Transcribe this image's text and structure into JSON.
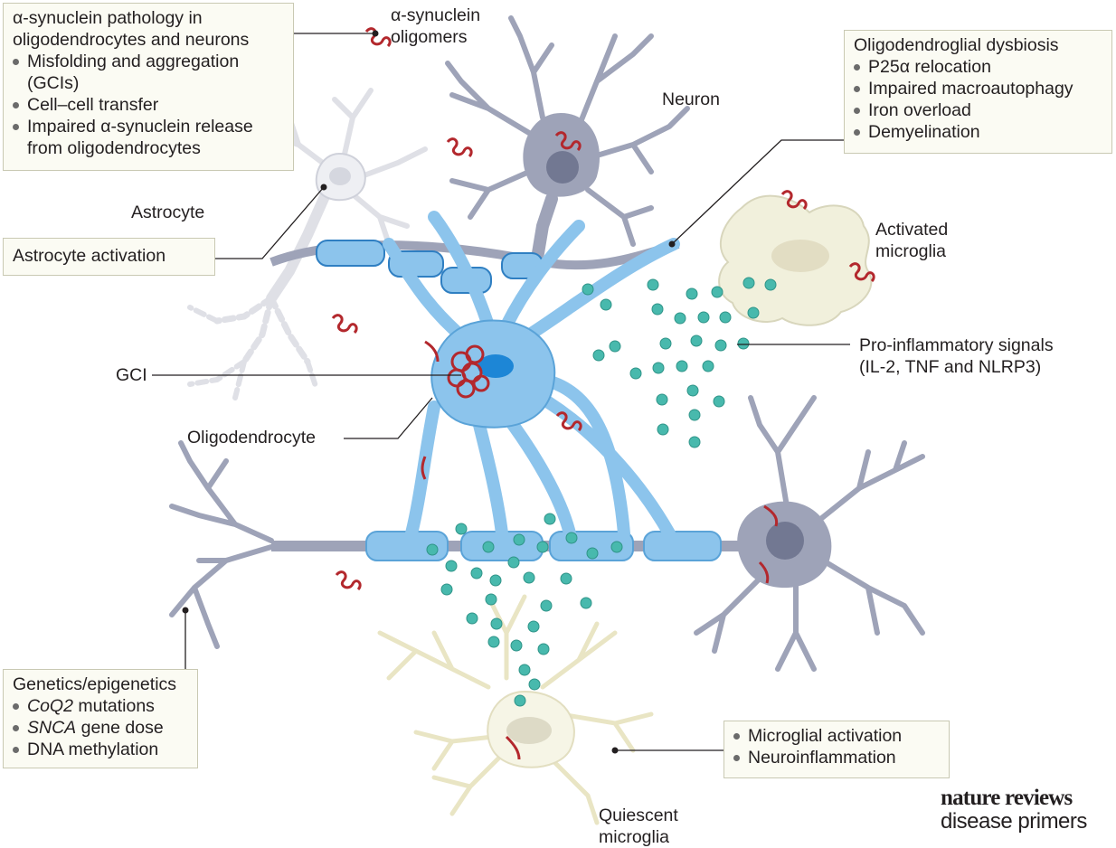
{
  "boxes": {
    "alpha_pathology": {
      "title_lines": [
        "α-synuclein pathology in",
        "oligodendrocytes and neurons"
      ],
      "items": [
        "Misfolding and aggregation",
        "(GCIs)",
        "Cell–cell transfer",
        "Impaired α-synuclein release",
        "from oligodendrocytes"
      ]
    },
    "dysbiosis": {
      "title": "Oligodendroglial dysbiosis",
      "items": [
        "P25α relocation",
        "Impaired macroautophagy",
        "Iron overload",
        "Demyelination"
      ]
    },
    "astrocyte_activation": {
      "text": "Astrocyte activation"
    },
    "genetics": {
      "title": "Genetics/epigenetics",
      "items": [
        {
          "italic": "CoQ2",
          "rest": " mutations"
        },
        {
          "italic": "SNCA",
          "rest": " gene dose"
        },
        {
          "italic": "",
          "rest": "DNA methylation"
        }
      ]
    },
    "microglial": {
      "items": [
        "Microglial activation",
        "Neuroinflammation"
      ]
    }
  },
  "labels": {
    "oligomers": [
      "α-synuclein",
      "oligomers"
    ],
    "neuron": "Neuron",
    "astrocyte": "Astrocyte",
    "activated_microglia": [
      "Activated",
      "microglia"
    ],
    "pro_inflammatory": [
      "Pro-inflammatory signals",
      "(IL-2, TNF and NLRP3)"
    ],
    "gci": "GCI",
    "oligodendrocyte": "Oligodendrocyte",
    "quiescent_microglia": [
      "Quiescent",
      "microglia"
    ]
  },
  "logo": {
    "line1": "nature reviews",
    "line2": "disease primers"
  },
  "colors": {
    "oligodendrocyte": "#8cc4ec",
    "oligodendrocyte_outline": "#5aa3d8",
    "neuron": "#9ea3b8",
    "neuron_dark": "#727892",
    "microglia": "#f1f0dc",
    "synuclein": "#b3282d",
    "signals": "#48b9ad"
  }
}
